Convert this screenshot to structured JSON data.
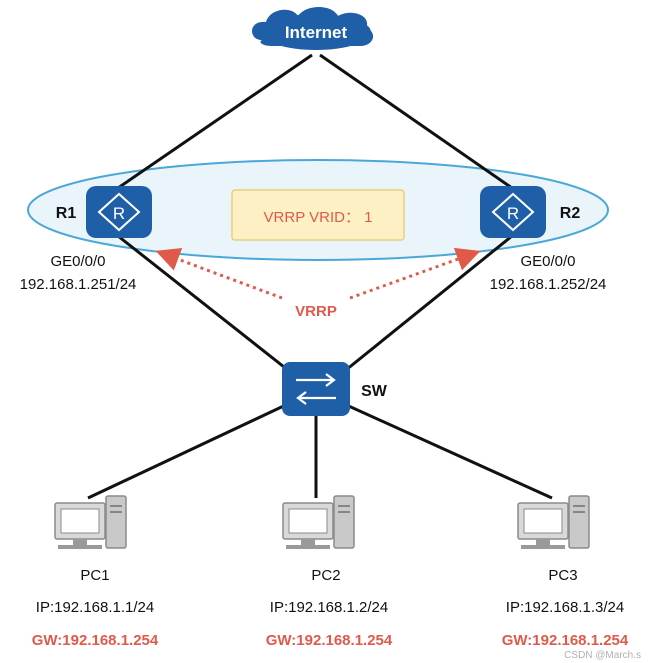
{
  "internet": {
    "label": "Internet"
  },
  "vrrp_group": {
    "label": "VRRP VRID： 1"
  },
  "vrrp_link": {
    "label": "VRRP"
  },
  "routers": [
    {
      "name": "R1",
      "interface": "GE0/0/0",
      "ip": "192.168.1.251/24"
    },
    {
      "name": "R2",
      "interface": "GE0/0/0",
      "ip": "192.168.1.252/24"
    }
  ],
  "switch": {
    "name": "SW"
  },
  "pcs": [
    {
      "name": "PC1",
      "ip": "IP:192.168.1.1/24",
      "gw": "GW:192.168.1.254"
    },
    {
      "name": "PC2",
      "ip": "IP:192.168.1.2/24",
      "gw": "GW:192.168.1.254"
    },
    {
      "name": "PC3",
      "ip": "IP:192.168.1.3/24",
      "gw": "GW:192.168.1.254"
    }
  ],
  "watermark": "CSDN @March.s",
  "colors": {
    "device_blue": "#1f5fa8",
    "accent_red": "#e05a4a",
    "ellipse_fill": "#eaf4fb",
    "ellipse_stroke": "#4aa8d8",
    "vrid_box_fill": "#fdf0c4",
    "vrid_box_stroke": "#e9cf7a"
  }
}
